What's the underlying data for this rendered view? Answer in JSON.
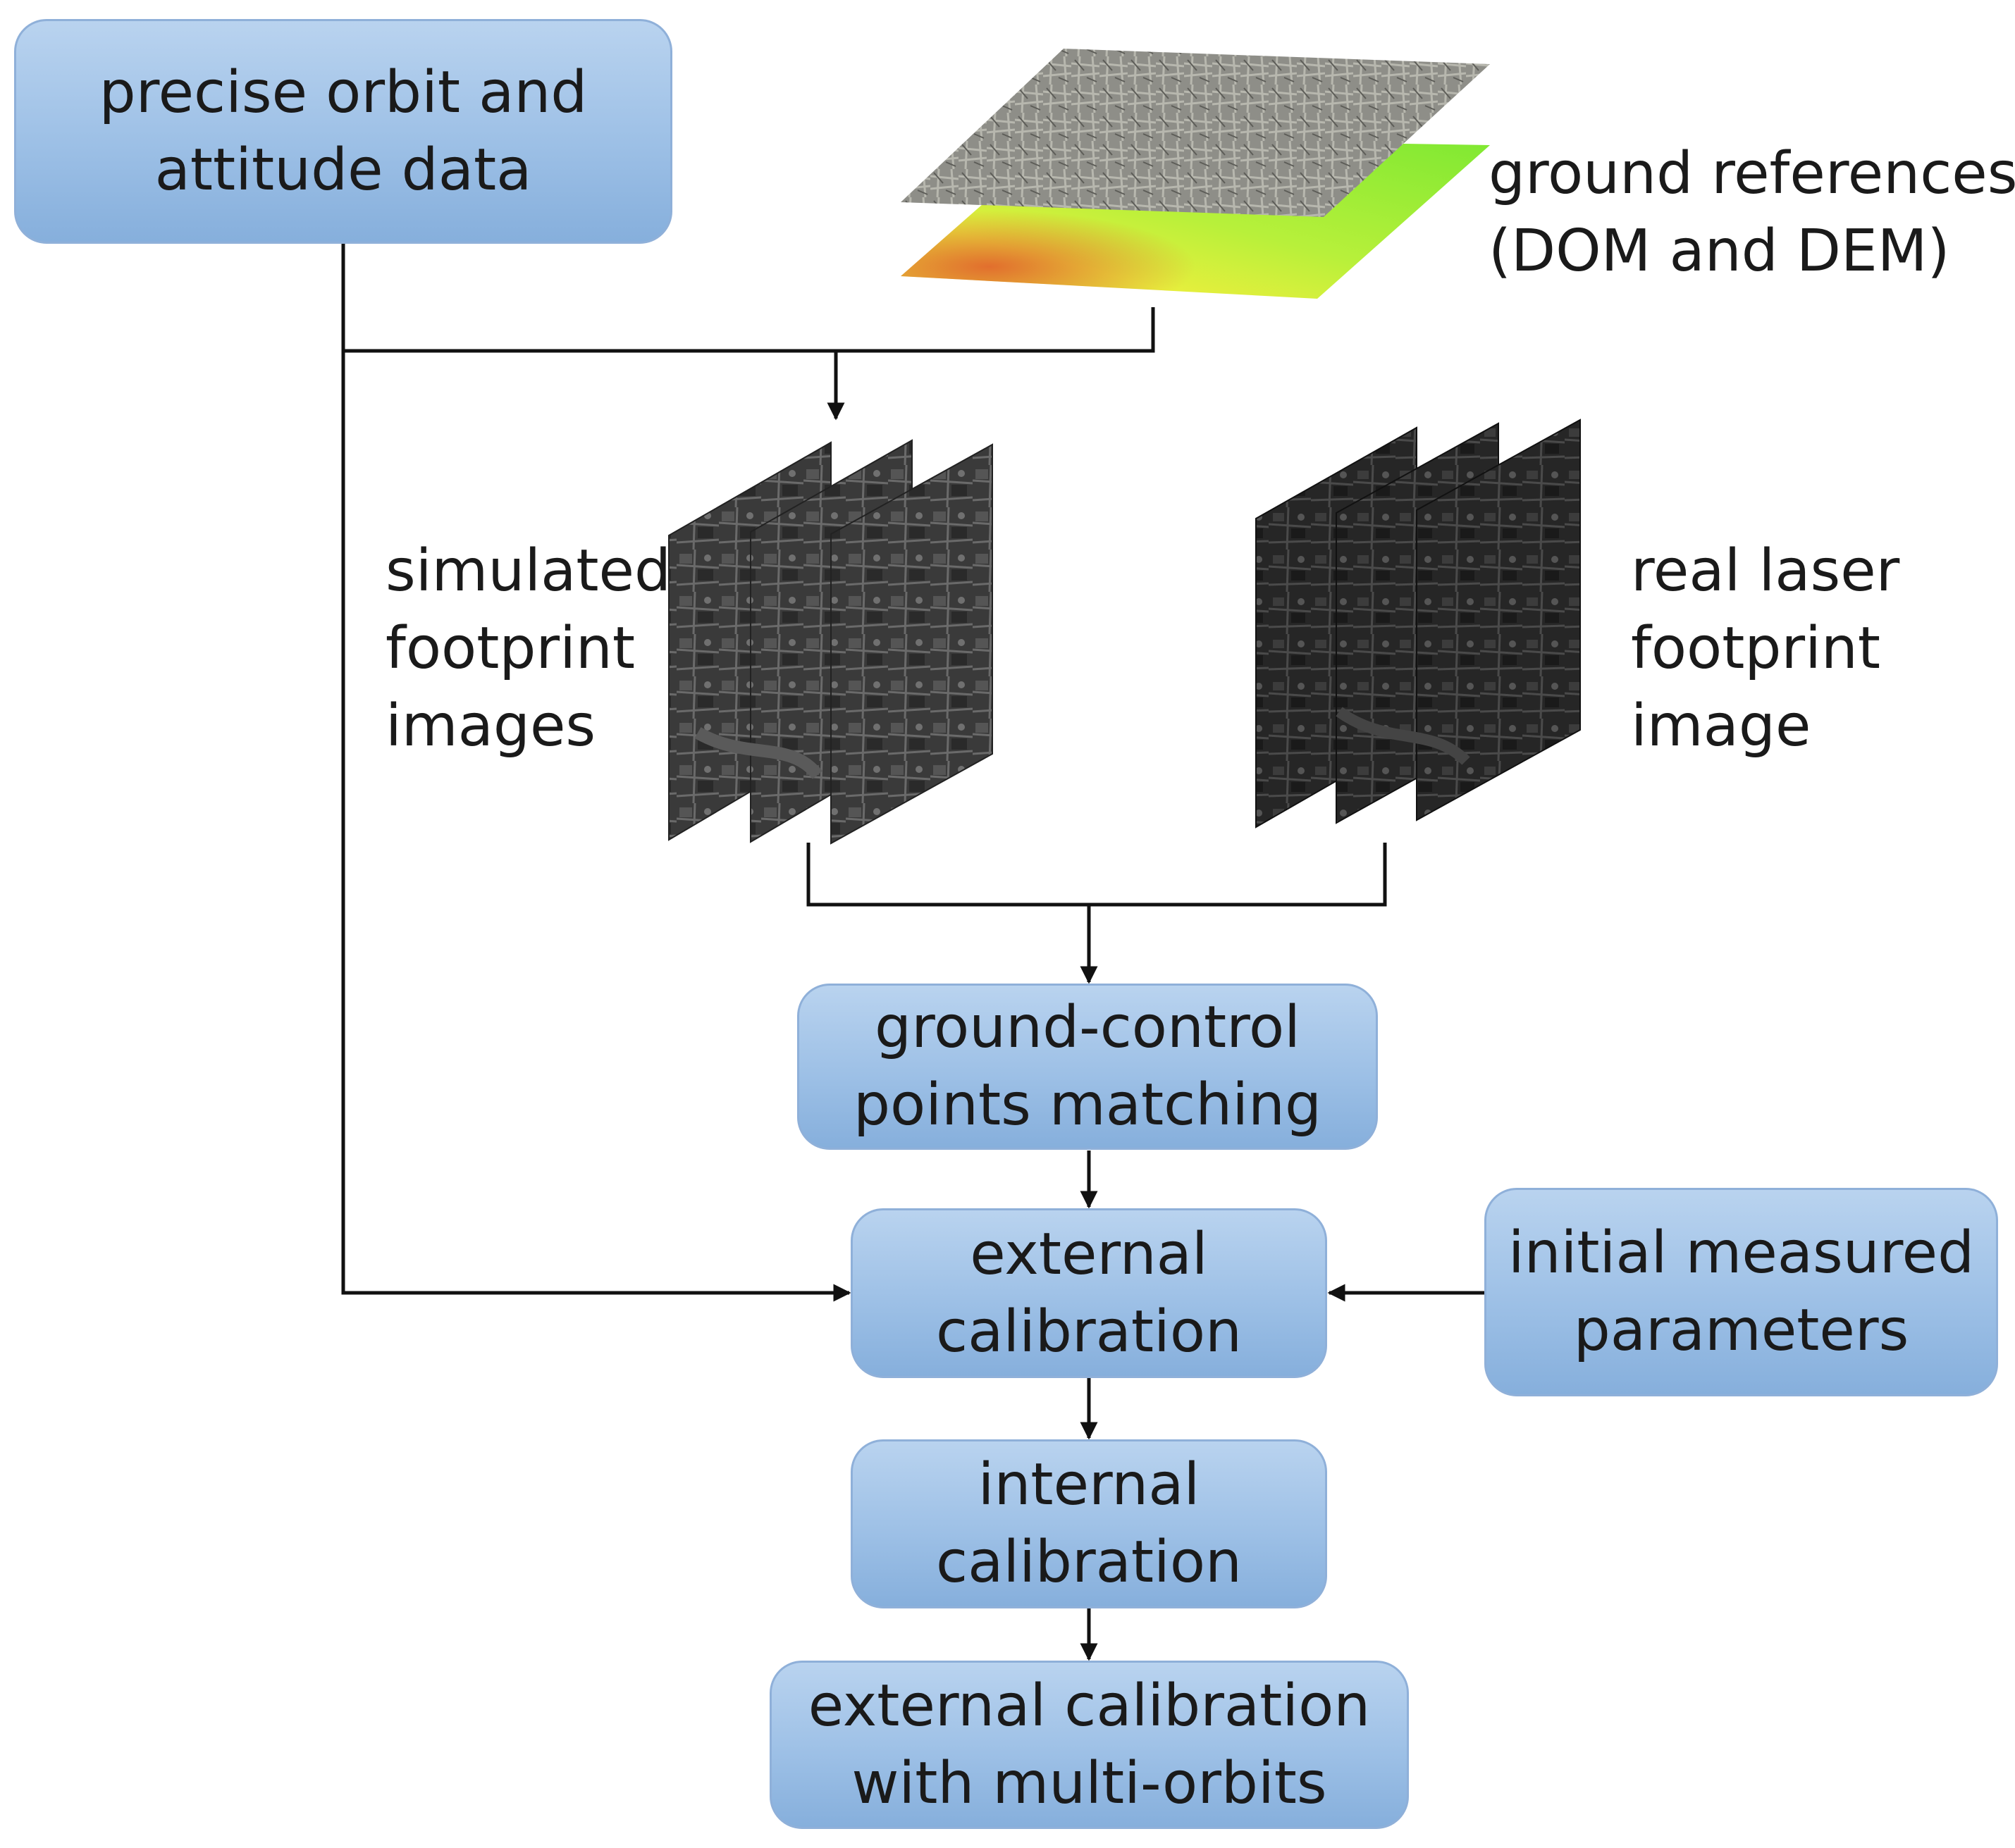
{
  "boxes": {
    "orbit": [
      "precise orbit and",
      "attitude data"
    ],
    "gcp": [
      "ground-control",
      "points matching"
    ],
    "external": [
      "external",
      "calibration"
    ],
    "initial": [
      "initial measured",
      "parameters"
    ],
    "internal": [
      "internal",
      "calibration"
    ],
    "multi": [
      "external calibration",
      "with multi-orbits"
    ]
  },
  "labels": {
    "ground_refs": [
      "ground references",
      "(DOM and DEM)"
    ],
    "simulated": [
      "simulated",
      "footprint",
      "images"
    ],
    "real": [
      "real laser",
      "footprint",
      "image"
    ]
  },
  "colors": {
    "box_fill": "#9dc0e6",
    "box_border": "#8fb0d9",
    "arrow": "#111111",
    "dem_green": "#7ee832",
    "dem_yellow": "#e4ef3a",
    "dom_gray": "#8d8d86"
  }
}
